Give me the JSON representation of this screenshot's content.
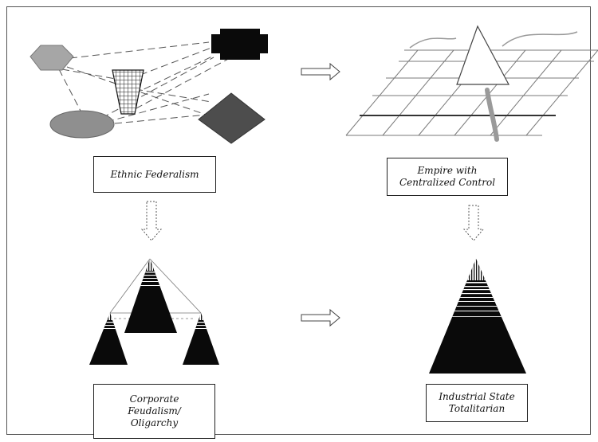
{
  "labels": {
    "ethnic_federalism": [
      "Ethnic Federalism"
    ],
    "empire": [
      "Empire with",
      "Centralized Control"
    ],
    "corporate": [
      "Corporate",
      "Feudalism/",
      "Oligarchy"
    ],
    "industrial": [
      "Industrial State",
      "Totalitarian"
    ]
  },
  "colors": {
    "hexagon": "#a6a6a6",
    "ellipse": "#8f8f8f",
    "black_shape": "#0a0a0a",
    "diamond": "#4d4d4d",
    "grid_line": "#7a7a7a",
    "pyramid_ridge": "#a0a0a0",
    "frame": "#555555"
  },
  "arrows": [
    {
      "from": "ethnic_federalism",
      "to": "empire",
      "style": "hollow-right"
    },
    {
      "from": "ethnic_federalism",
      "to": "corporate",
      "style": "dashed-down"
    },
    {
      "from": "empire",
      "to": "industrial",
      "style": "dashed-down"
    },
    {
      "from": "corporate",
      "to": "industrial",
      "style": "hollow-right"
    }
  ]
}
